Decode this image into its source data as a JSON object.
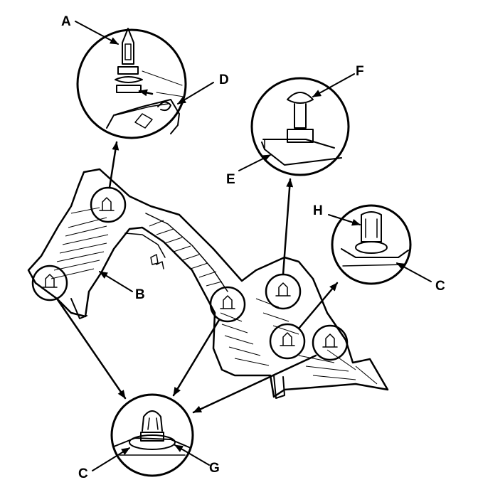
{
  "diagram": {
    "labels": {
      "a": "A",
      "b": "B",
      "c_top": "C",
      "c_bottom": "C",
      "d": "D",
      "e": "E",
      "f": "F",
      "g": "G",
      "h": "H"
    }
  }
}
